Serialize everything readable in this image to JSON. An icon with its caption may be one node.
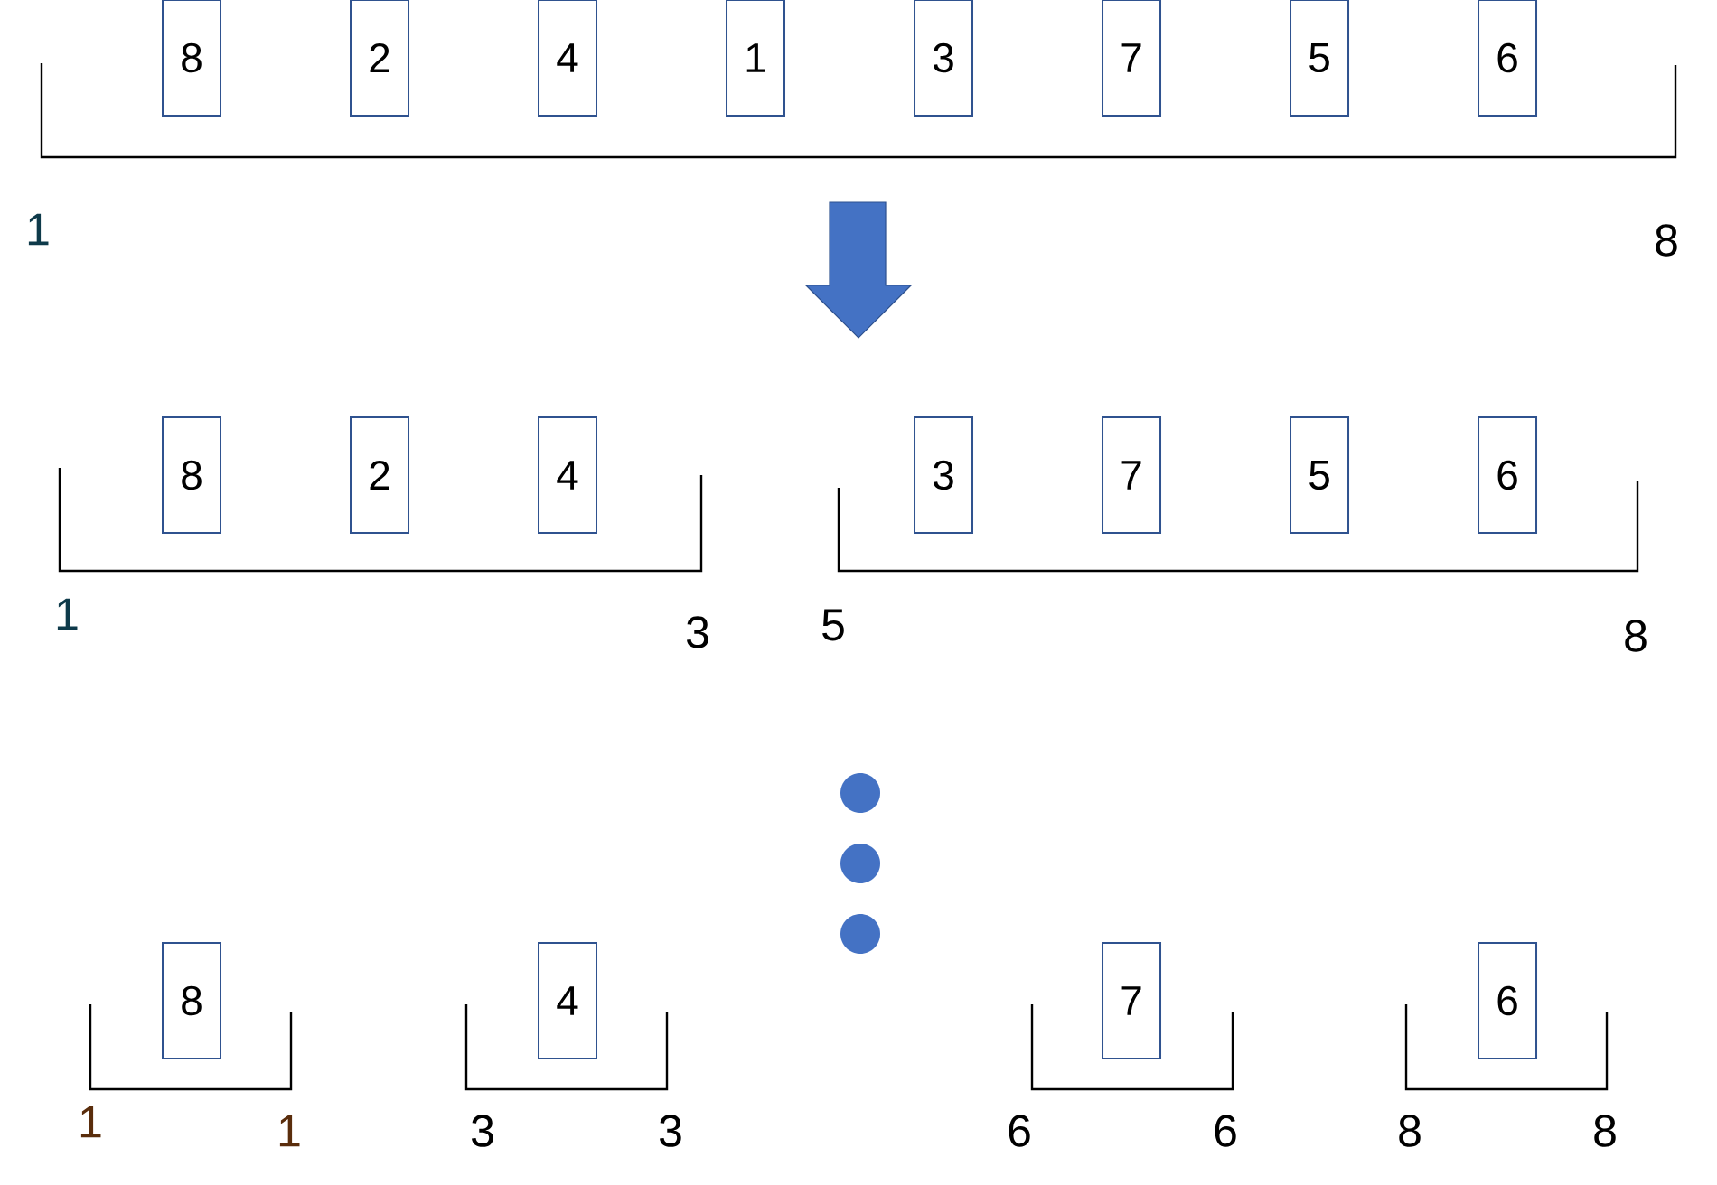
{
  "diagram": {
    "nodes": [
      {
        "text": [
          "8"
        ]
      },
      {
        "text": [
          "2"
        ]
      },
      {
        "text": [
          "4"
        ]
      },
      {
        "text": [
          "1"
        ]
      },
      {
        "text": [
          "3"
        ]
      },
      {
        "text": [
          "7"
        ]
      },
      {
        "text": [
          "5"
        ]
      },
      {
        "text": [
          "6"
        ]
      },
      {
        "text": [
          "8"
        ]
      },
      {
        "text": [
          "2"
        ]
      },
      {
        "text": [
          "4"
        ]
      },
      {
        "text": [
          "3"
        ]
      },
      {
        "text": [
          "7"
        ]
      },
      {
        "text": [
          "5"
        ]
      },
      {
        "text": [
          "6"
        ]
      },
      {
        "text": [
          "8"
        ]
      },
      {
        "text": [
          "4"
        ]
      },
      {
        "text": [
          "7"
        ]
      },
      {
        "text": [
          "6"
        ]
      }
    ],
    "labels": [
      "1",
      "8",
      "1",
      "3",
      "5",
      "8",
      "1",
      "1",
      "3",
      "3",
      "6",
      "6",
      "8",
      "8"
    ]
  }
}
